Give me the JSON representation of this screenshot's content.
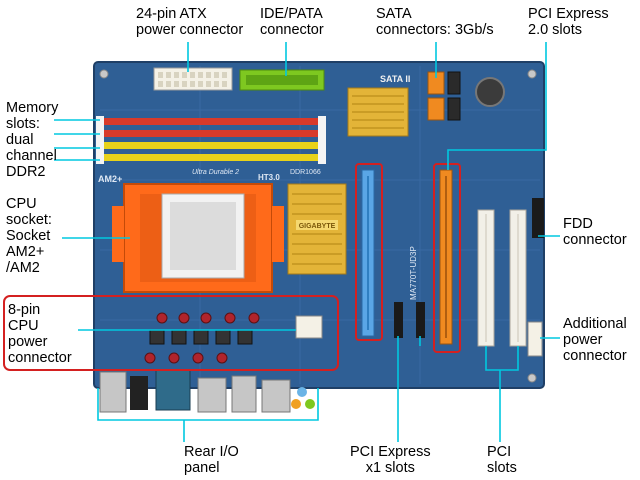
{
  "colors": {
    "pcb": "#2f5f95",
    "callout_line": "#00c8e0",
    "highlight_box": "#d42020",
    "memory_slot_red": "#d83a2a",
    "memory_slot_yellow": "#e8d21a",
    "cpu_socket_bracket": "#ff6a1a",
    "pcie_x16_blue": "#5aa6e6",
    "pcie_x16_orange": "#f08a20",
    "heatsink_gold": "#e3b438",
    "ide_connector_green": "#7ec820",
    "pci_slot_white": "#f2f0e8"
  },
  "labels": {
    "atx_power": "24-pin ATX\npower connector",
    "ide": "IDE/PATA\nconnector",
    "sata": "SATA\nconnectors: 3Gb/s",
    "pcie2": "PCI Express\n2.0 slots",
    "memory": "Memory\nslots:\ndual\nchannel\nDDR2",
    "cpu_socket": "CPU\nsocket:\nSocket\nAM2+\n/AM2",
    "cpu_power": "8-pin\nCPU\npower\nconnector",
    "fdd": "FDD\nconnector",
    "aux_power": "Additional\npower\nconnector",
    "rear_io": "Rear I/O\npanel",
    "pcie_x1": "PCI Express\nx1 slots",
    "pci": "PCI\nslots"
  },
  "board_print": {
    "model": "MA770T-UD3P",
    "chip_brand": "GIGABYTE",
    "ht": "HT3.0",
    "sata_print": "SATA II",
    "socket_print": "AM2+",
    "ddr_print": "DDR1066",
    "ultra_print": "Ultra Durable 2"
  }
}
